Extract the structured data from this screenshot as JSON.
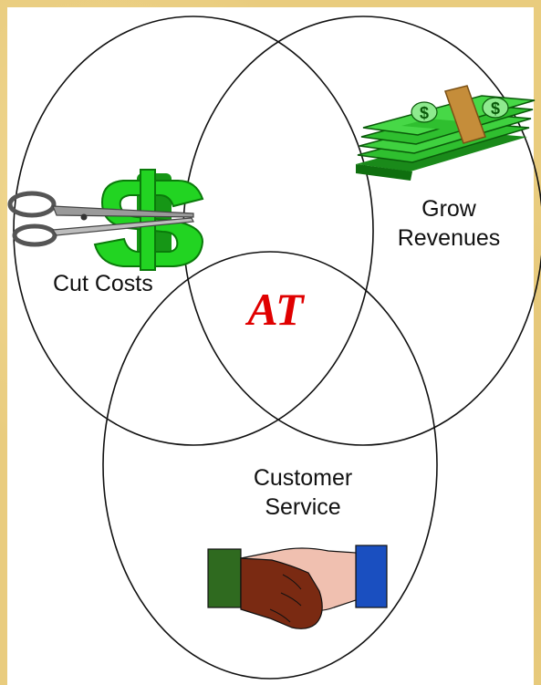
{
  "diagram": {
    "circles": {
      "cut_costs_label": "Cut Costs",
      "grow_revenues_label_line1": "Grow",
      "grow_revenues_label_line2": "Revenues",
      "customer_service_label_line1": "Customer",
      "customer_service_label_line2": "Service"
    },
    "center_label": "AT"
  },
  "colors": {
    "background": "#e9cc7e",
    "panel": "#ffffff",
    "center_text": "#e00000",
    "money_green": "#2fbf2f",
    "dollar_green": "#22d422",
    "band": "#c58d3a",
    "hand_brown": "#7a2a12",
    "hand_light": "#f0c0b0",
    "sleeve_green": "#2f6a1f",
    "sleeve_blue": "#1a4fc0"
  },
  "icons": [
    "scissors-icon",
    "dollar-sign-icon",
    "money-stack-icon",
    "handshake-icon"
  ]
}
